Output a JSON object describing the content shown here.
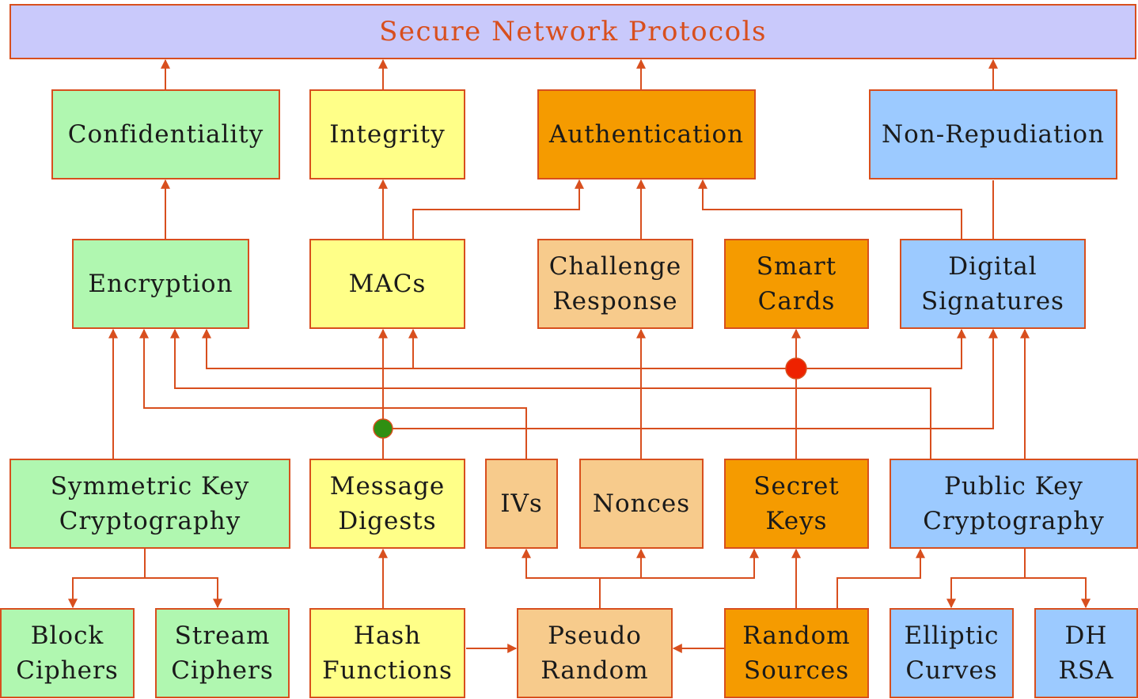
{
  "colors": {
    "wire": "#d84f1e",
    "title_fill": "#c9c9fb",
    "green": "#b0f7b0",
    "yellow": "#ffff88",
    "dark_orange": "#f59b00",
    "light_orange": "#f7cb8c",
    "blue": "#9ccaff",
    "red_junction": "#ee2200",
    "green_junction": "#2f8f12"
  },
  "title": "Secure Network Protocols",
  "goals": {
    "confidentiality": "Confidentiality",
    "integrity": "Integrity",
    "authentication": "Authentication",
    "non_repudiation": "Non-Repudiation"
  },
  "mechanisms": {
    "encryption": "Encryption",
    "macs": "MACs",
    "challenge_response": [
      "Challenge",
      "Response"
    ],
    "smart_cards": [
      "Smart",
      "Cards"
    ],
    "digital_signatures": [
      "Digital",
      "Signatures"
    ]
  },
  "primitives": {
    "symmetric_key": [
      "Symmetric Key",
      "Cryptography"
    ],
    "message_digests": [
      "Message",
      "Digests"
    ],
    "ivs": "IVs",
    "nonces": "Nonces",
    "secret_keys": [
      "Secret",
      "Keys"
    ],
    "public_key": [
      "Public Key",
      "Cryptography"
    ]
  },
  "foundations": {
    "block_ciphers": [
      "Block",
      "Ciphers"
    ],
    "stream_ciphers": [
      "Stream",
      "Ciphers"
    ],
    "hash_functions": [
      "Hash",
      "Functions"
    ],
    "pseudo_random": [
      "Pseudo",
      "Random"
    ],
    "random_sources": [
      "Random",
      "Sources"
    ],
    "elliptic_curves": [
      "Elliptic",
      "Curves"
    ],
    "dh_rsa": [
      "DH",
      "RSA"
    ]
  }
}
